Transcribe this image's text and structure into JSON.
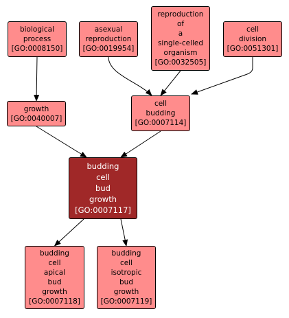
{
  "colors": {
    "node_fill": "#ff8c8c",
    "focus_fill": "#a02828",
    "border": "#000000",
    "focus_text": "#ffffff",
    "text": "#000000",
    "edge": "#000000"
  },
  "nodes": [
    {
      "id": "biological-process",
      "lines": [
        "biological",
        "process"
      ],
      "go_id": "[GO:0008150]"
    },
    {
      "id": "asexual-reproduction",
      "lines": [
        "asexual",
        "reproduction"
      ],
      "go_id": "[GO:0019954]"
    },
    {
      "id": "reproduction-single-celled",
      "lines": [
        "reproduction",
        "of",
        "a",
        "single-celled",
        "organism"
      ],
      "go_id": "[GO:0032505]"
    },
    {
      "id": "cell-division",
      "lines": [
        "cell",
        "division"
      ],
      "go_id": "[GO:0051301]"
    },
    {
      "id": "growth",
      "lines": [
        "growth"
      ],
      "go_id": "[GO:0040007]"
    },
    {
      "id": "cell-budding",
      "lines": [
        "cell",
        "budding"
      ],
      "go_id": "[GO:0007114]"
    },
    {
      "id": "budding-cell-bud-growth",
      "lines": [
        "budding",
        "cell",
        "bud",
        "growth"
      ],
      "go_id": "[GO:0007117]",
      "focus": true
    },
    {
      "id": "budding-cell-apical-bud-growth",
      "lines": [
        "budding",
        "cell",
        "apical",
        "bud",
        "growth"
      ],
      "go_id": "[GO:0007118]"
    },
    {
      "id": "budding-cell-isotropic-bud-growth",
      "lines": [
        "budding",
        "cell",
        "isotropic",
        "bud",
        "growth"
      ],
      "go_id": "[GO:0007119]"
    }
  ],
  "edges": [
    {
      "from": "biological-process",
      "to": "growth"
    },
    {
      "from": "asexual-reproduction",
      "to": "cell-budding"
    },
    {
      "from": "reproduction-single-celled",
      "to": "cell-budding"
    },
    {
      "from": "cell-division",
      "to": "cell-budding"
    },
    {
      "from": "growth",
      "to": "budding-cell-bud-growth"
    },
    {
      "from": "cell-budding",
      "to": "budding-cell-bud-growth"
    },
    {
      "from": "budding-cell-bud-growth",
      "to": "budding-cell-apical-bud-growth"
    },
    {
      "from": "budding-cell-bud-growth",
      "to": "budding-cell-isotropic-bud-growth"
    }
  ]
}
